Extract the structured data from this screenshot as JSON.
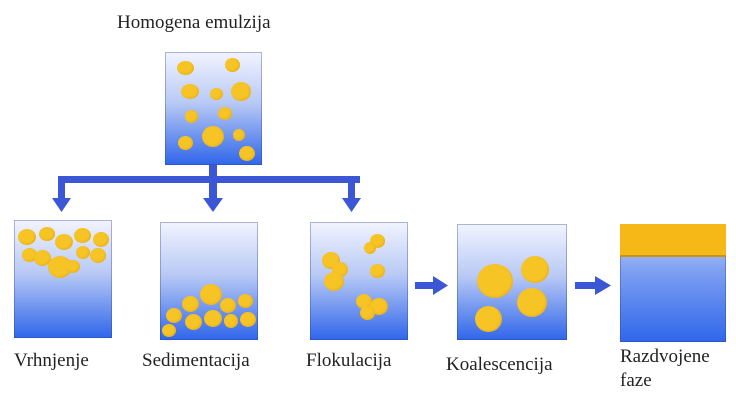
{
  "title": "Homogena emulzija",
  "stages": {
    "creaming": "Vrhnjenje",
    "sedimentation": "Sedimentacija",
    "flocculation": "Flokulacija",
    "coalescence": "Koalescencija",
    "separated_line1": "Razdvojene",
    "separated_line2": "faze"
  },
  "colors": {
    "droplet": "#f7c426",
    "arrow": "#3b57d6",
    "water_bottom": "#2f66ea"
  }
}
